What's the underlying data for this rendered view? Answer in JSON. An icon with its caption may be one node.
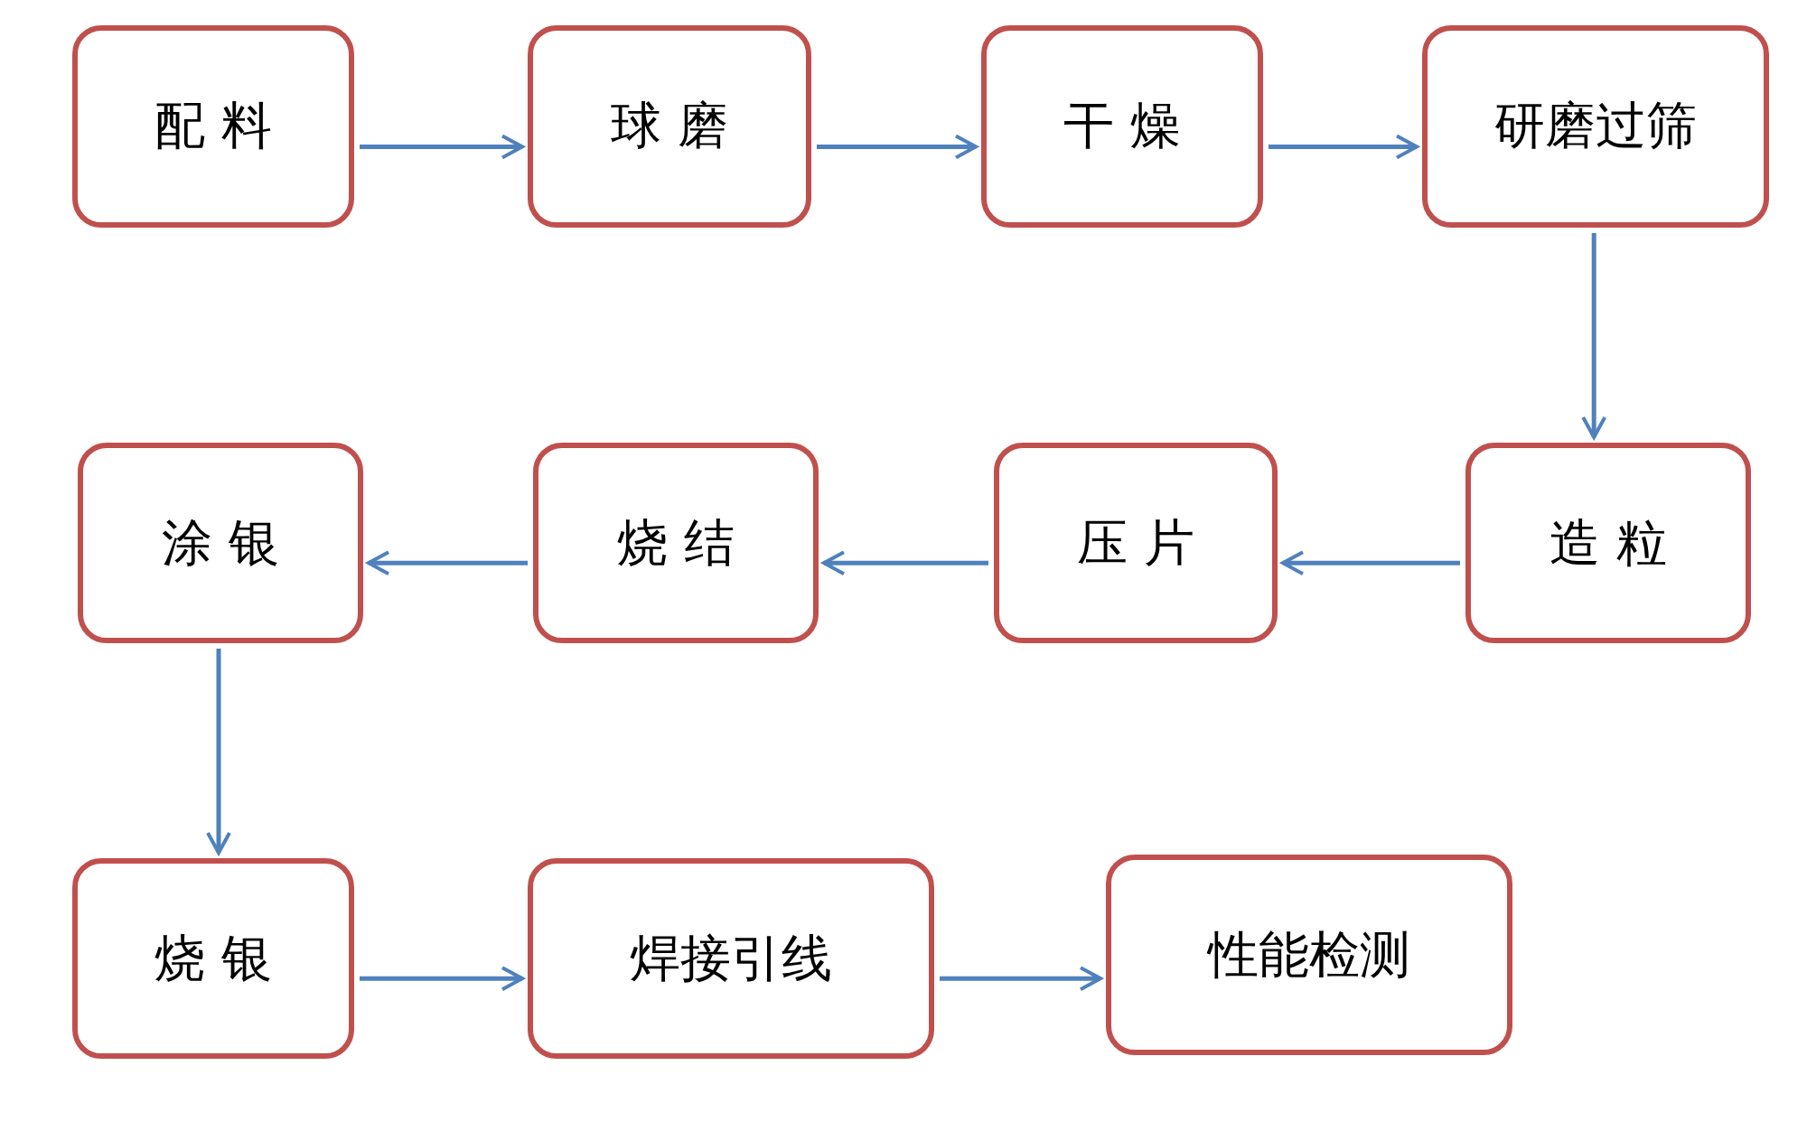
{
  "diagram": {
    "nodes": [
      {
        "text": [
          "配 料"
        ]
      },
      {
        "text": [
          "球 磨"
        ]
      },
      {
        "text": [
          "干 燥"
        ]
      },
      {
        "text": [
          "研磨过筛"
        ]
      },
      {
        "text": [
          "造 粒"
        ]
      },
      {
        "text": [
          "压 片"
        ]
      },
      {
        "text": [
          "烧 结"
        ]
      },
      {
        "text": [
          "涂 银"
        ]
      },
      {
        "text": [
          "烧 银"
        ]
      },
      {
        "text": [
          "焊接引线"
        ]
      },
      {
        "text": [
          "性能检测"
        ]
      }
    ],
    "edges": [
      {
        "from": 0,
        "to": 1,
        "arrow": "to"
      },
      {
        "from": 1,
        "to": 2,
        "arrow": "to"
      },
      {
        "from": 2,
        "to": 3,
        "arrow": "to"
      },
      {
        "from": 3,
        "to": 4,
        "arrow": "to"
      },
      {
        "from": 4,
        "to": 5,
        "arrow": "to"
      },
      {
        "from": 5,
        "to": 6,
        "arrow": "to"
      },
      {
        "from": 6,
        "to": 7,
        "arrow": "to"
      },
      {
        "from": 7,
        "to": 8,
        "arrow": "to"
      },
      {
        "from": 8,
        "to": 9,
        "arrow": "to"
      },
      {
        "from": 9,
        "to": 10,
        "arrow": "to"
      }
    ]
  }
}
